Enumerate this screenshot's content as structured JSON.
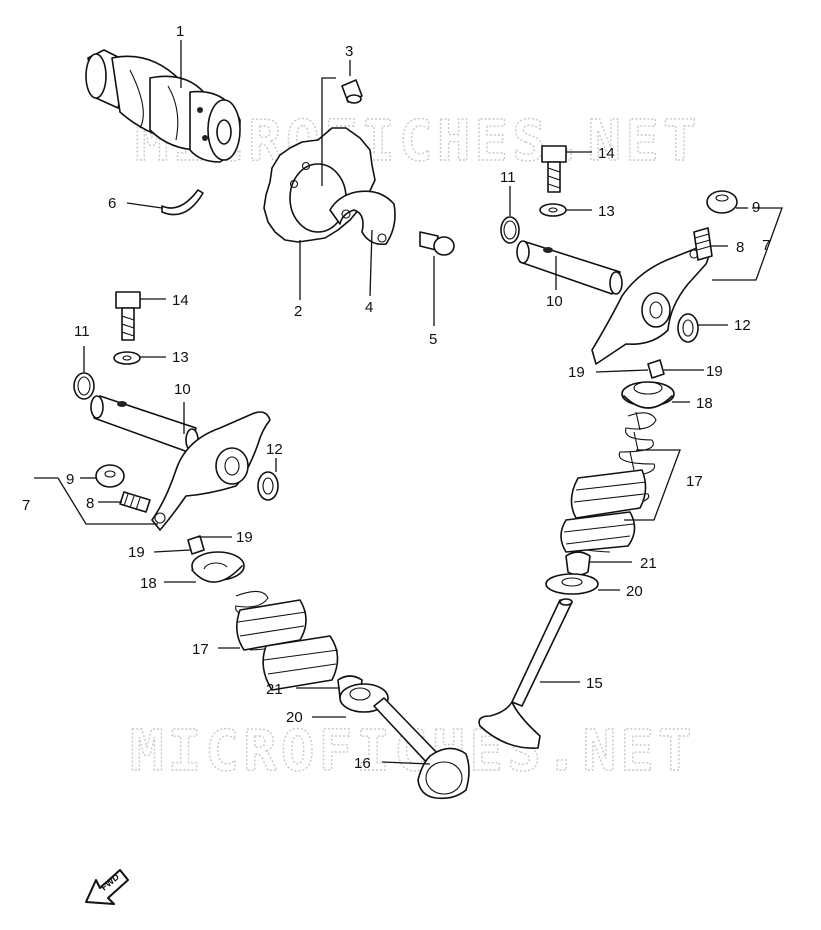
{
  "watermark": "MICROFICHES.NET",
  "fwd_label": "FWD",
  "callouts": {
    "c1": "1",
    "c2": "2",
    "c3": "3",
    "c4": "4",
    "c5": "5",
    "c6": "6",
    "c7a": "7",
    "c7b": "7",
    "c8a": "8",
    "c8b": "8",
    "c9a": "9",
    "c9b": "9",
    "c10a": "10",
    "c10b": "10",
    "c11a": "11",
    "c11b": "11",
    "c12a": "12",
    "c12b": "12",
    "c13a": "13",
    "c13b": "13",
    "c14a": "14",
    "c14b": "14",
    "c15": "15",
    "c16": "16",
    "c17a": "17",
    "c17b": "17",
    "c18a": "18",
    "c18b": "18",
    "c19a": "19",
    "c19b": "19",
    "c19c": "19",
    "c19d": "19",
    "c20a": "20",
    "c20b": "20",
    "c21a": "21",
    "c21b": "21"
  }
}
